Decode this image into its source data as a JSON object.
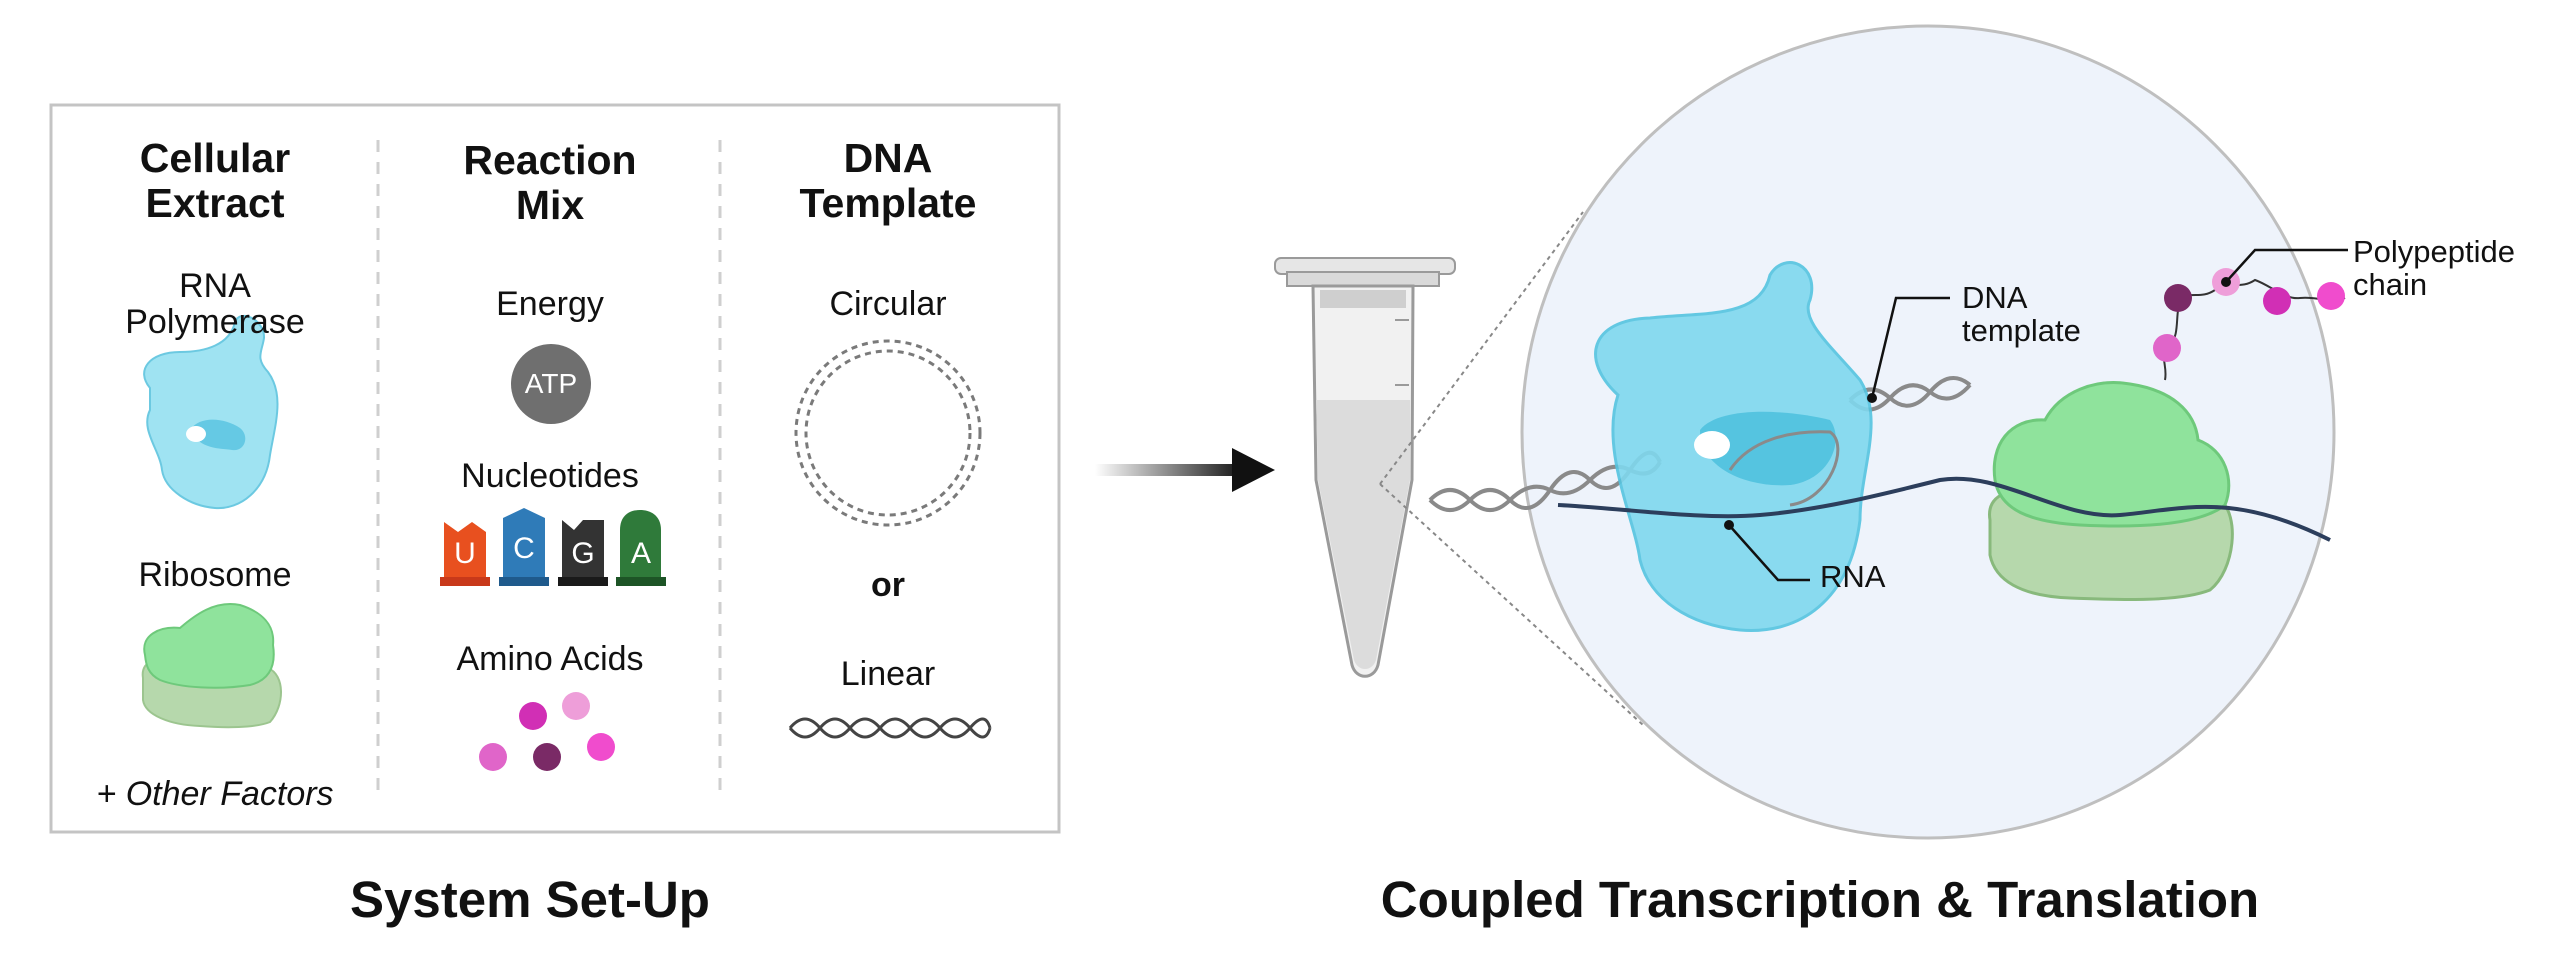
{
  "setup": {
    "title": "System Set-Up",
    "columns": [
      {
        "heading": "Cellular Extract",
        "items": [
          "RNA Polymerase",
          "Ribosome"
        ],
        "footer": "+ Other Factors"
      },
      {
        "heading": "Reaction Mix",
        "items": [
          "Energy",
          "Nucleotides",
          "Amino Acids"
        ],
        "badge": "ATP",
        "nucleotides": [
          "U",
          "C",
          "G",
          "A"
        ]
      },
      {
        "heading": "DNA Template",
        "items": [
          "Circular",
          "Linear"
        ],
        "connector": "or"
      }
    ]
  },
  "process": {
    "title": "Coupled Transcription & Translation",
    "callouts": {
      "dna": "DNA template",
      "rna": "RNA",
      "peptide": "Polypeptide chain"
    }
  },
  "colors": {
    "polymerase": "#7fd8ee",
    "ribosome_top": "#8fe09a",
    "ribosome_bottom": "#b6d9a8",
    "nuc_U": "#e8501f",
    "nuc_C": "#2f7bb8",
    "nuc_G": "#333333",
    "nuc_A": "#2f7a3a",
    "atp": "#6f6f6f",
    "mrna": "#2c3e5c"
  },
  "icons": [
    "atp-icon",
    "microcentrifuge-tube-icon",
    "arrow-right-icon",
    "dna-helix-icon"
  ]
}
